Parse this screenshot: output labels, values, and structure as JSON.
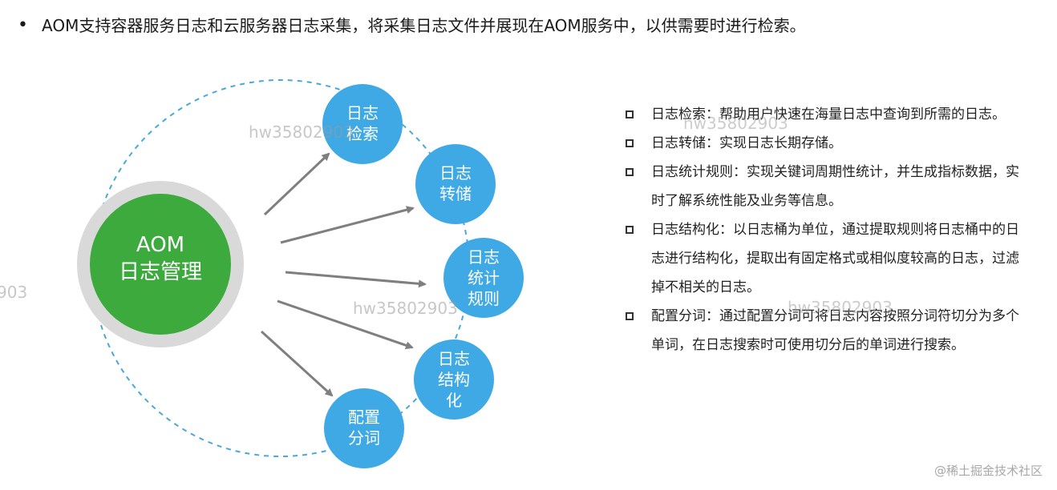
{
  "headline": {
    "bullet": "•",
    "text": "AOM支持容器服务日志和云服务器日志采集，将采集日志文件并展现在AOM服务中，以供需要时进行检索。"
  },
  "center": {
    "line1": "AOM",
    "line2": "日志管理"
  },
  "nodes": [
    {
      "lines": [
        "日志",
        "检索"
      ]
    },
    {
      "lines": [
        "日志",
        "转储"
      ]
    },
    {
      "lines": [
        "日志",
        "统计",
        "规则"
      ]
    },
    {
      "lines": [
        "日志",
        "结构",
        "化"
      ]
    },
    {
      "lines": [
        "配置",
        "分词"
      ]
    }
  ],
  "descriptions": [
    {
      "text": "日志检索：帮助用户快速在海量日志中查询到所需的日志。"
    },
    {
      "text": "日志转储：实现日志长期存储。"
    },
    {
      "text": "日志统计规则：实现关键词周期性统计，并生成指标数据，实时了解系统性能及业务等信息。"
    },
    {
      "text": "日志结构化：以日志桶为单位，通过提取规则将日志桶中的日志进行结构化，提取出有固定格式或相似度较高的日志，过滤掉不相关的日志。"
    },
    {
      "text": "配置分词：通过配置分词可将日志内容按照分词符切分为多个单词，在日志搜索时可使用切分后的单词进行搜索。"
    }
  ],
  "watermarks": [
    "hw35802903",
    "hw35802903",
    "hw35802903",
    "hw35802903",
    "903"
  ],
  "credit": "@稀土掘金技术社区",
  "colors": {
    "node_blue": "#3fa9e5",
    "center_green": "#3caa3c",
    "halo_gray": "#d9d9d9",
    "arrow_gray": "#7f7f7f",
    "dashed_blue": "#4aa8d8"
  }
}
